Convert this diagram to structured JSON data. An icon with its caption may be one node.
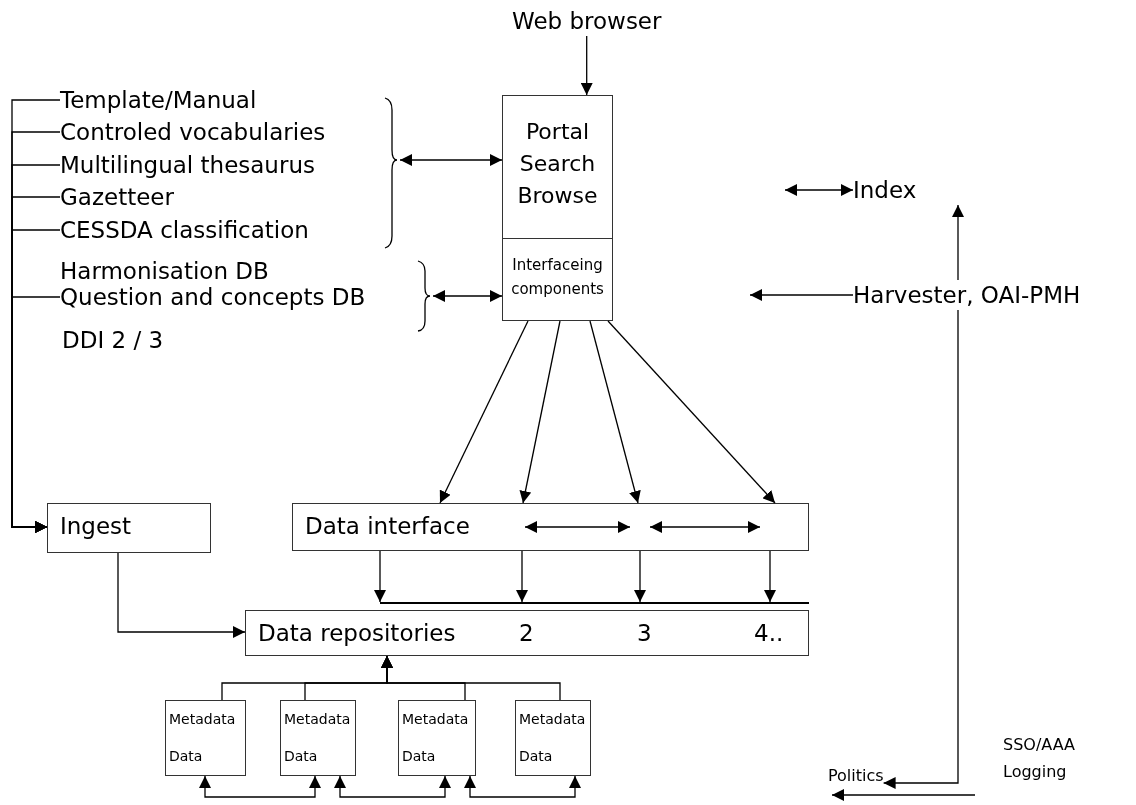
{
  "diagram": {
    "nodes": [
      {
        "text": [
          "Web browser"
        ]
      },
      {
        "text": [
          "Portal Search Browse"
        ]
      },
      {
        "text": [
          "Interfaceing components"
        ]
      },
      {
        "text": [
          "Template/Manual"
        ]
      },
      {
        "text": [
          "Controled vocabularies"
        ]
      },
      {
        "text": [
          "Multilingual thesaurus"
        ]
      },
      {
        "text": [
          "Gazetteer"
        ]
      },
      {
        "text": [
          "CESSDA classification"
        ]
      },
      {
        "text": [
          "Harmonisation DB"
        ]
      },
      {
        "text": [
          "Question and concepts DB"
        ]
      },
      {
        "text": [
          "Index"
        ]
      },
      {
        "text": [
          "Harvester, OAI-PMH"
        ]
      },
      {
        "text": [
          "Ingest"
        ]
      },
      {
        "text": [
          "Data interface"
        ]
      },
      {
        "text": [
          "Data repositories",
          "2",
          "3",
          "4.."
        ]
      },
      {
        "text": [
          "Metadata",
          "Data"
        ]
      },
      {
        "text": [
          "Metadata",
          "Data"
        ]
      },
      {
        "text": [
          "Metadata",
          "Data"
        ]
      },
      {
        "text": [
          "Metadata",
          "Data"
        ]
      },
      {
        "text": [],
        "shape": "brace"
      },
      {
        "text": [],
        "shape": "brace"
      },
      {
        "text": [
          "Politics"
        ]
      },
      {
        "text": [],
        "shape": "bar"
      }
    ],
    "edges": [
      {
        "from": 0,
        "to": 1,
        "arrow": "to"
      },
      {
        "from": 3,
        "to": 12,
        "arrow": "to"
      },
      {
        "from": 4,
        "to": 12,
        "arrow": "to"
      },
      {
        "from": 5,
        "to": 12,
        "arrow": "to"
      },
      {
        "from": 6,
        "to": 12,
        "arrow": "to"
      },
      {
        "from": 7,
        "to": 12,
        "arrow": "to"
      },
      {
        "from": 9,
        "to": 12,
        "arrow": "to"
      },
      {
        "from": 19,
        "to": 1,
        "arrow": "both"
      },
      {
        "from": 20,
        "to": 2,
        "arrow": "both"
      },
      {
        "from": null,
        "to": 10,
        "arrow": "both"
      },
      {
        "from": 11,
        "to": null,
        "arrow": "to"
      },
      {
        "from": 11,
        "to": 10,
        "arrow": "to"
      },
      {
        "from": 11,
        "to": 21,
        "arrow": "to"
      },
      {
        "from": 2,
        "to": 13,
        "arrow": "to"
      },
      {
        "from": 2,
        "to": 13,
        "arrow": "to"
      },
      {
        "from": 2,
        "to": 13,
        "arrow": "to"
      },
      {
        "from": 2,
        "to": 13,
        "arrow": "to"
      },
      {
        "from": 13,
        "to": 22,
        "arrow": "to"
      },
      {
        "from": 13,
        "to": 22,
        "arrow": "to"
      },
      {
        "from": 13,
        "to": 22,
        "arrow": "to"
      },
      {
        "from": 13,
        "to": 22,
        "arrow": "to"
      },
      {
        "from": 12,
        "to": 14,
        "arrow": "to"
      },
      {
        "from": 15,
        "to": 14,
        "arrow": "to"
      },
      {
        "from": 16,
        "to": 14,
        "arrow": "to"
      },
      {
        "from": 17,
        "to": 14,
        "arrow": "to"
      },
      {
        "from": 18,
        "to": 14,
        "arrow": "to"
      },
      {
        "from": 15,
        "to": 16,
        "arrow": "both"
      },
      {
        "from": 16,
        "to": 17,
        "arrow": "both"
      },
      {
        "from": 17,
        "to": 18,
        "arrow": "both"
      },
      {
        "from": null,
        "to": 21,
        "arrow": "to"
      }
    ],
    "labels": [
      "DDI 2 / 3",
      "SSO/AAA",
      "Logging"
    ]
  }
}
